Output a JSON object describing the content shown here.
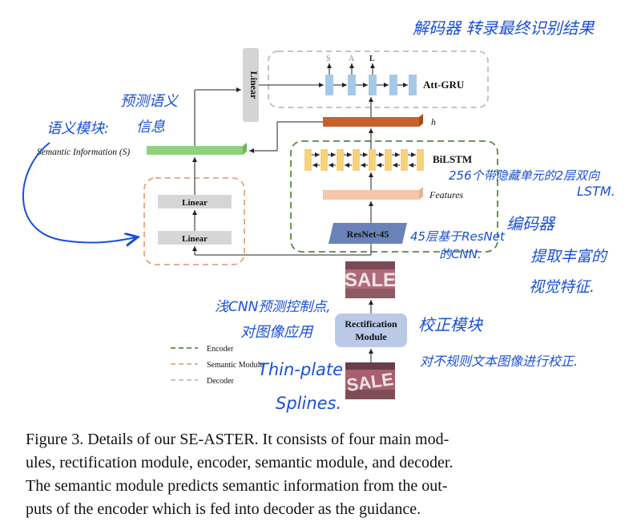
{
  "figure": {
    "linear_top": "Linear",
    "att_gru": "Att-GRU",
    "out_chars": [
      "S",
      "A",
      "L"
    ],
    "h_label": "h",
    "bilstm": "BiLSTM",
    "features": "Features",
    "resnet": "ResNet-45",
    "semantic_info": "Semantic Information (S)",
    "linear_1": "Linear",
    "linear_2": "Linear",
    "rect_line1": "Rectification",
    "rect_line2": "Module",
    "sale_text": "SALE",
    "legend": [
      "Encoder",
      "Semantic Module",
      "Decoder"
    ],
    "colors": {
      "encoder": "#5a8a3a",
      "semantic": "#e8a27a",
      "decoder": "#bdbdbd",
      "gru_cell": "#a8c8ea",
      "bilstm_cell": "#f6d27a",
      "h_bar": "#c8602a",
      "features_bar": "#f4c7aa",
      "resnet": "#6a82b8",
      "sem_bar": "#8fd17e",
      "annotation": "#1a4fd6"
    }
  },
  "annotations": {
    "decoder_note": "解码器 转录最终识别结果",
    "predict_semantic": [
      "预测语义",
      "信息"
    ],
    "semantic_module": "语义模块:",
    "bilstm_note": [
      "256个带隐藏单元的2层双向",
      "LSTM."
    ],
    "resnet_note": [
      "45层基于ResNet",
      "的CNN."
    ],
    "encoder_note": [
      "编码器",
      "提取丰富的",
      "视觉特征."
    ],
    "cnn_note": [
      "浅CNN预测控制点,",
      "对图像应用"
    ],
    "tps": [
      "Thin-plate",
      "Splines."
    ],
    "rect_note": "校正模块",
    "rect_desc": "对不规则文本图像进行校正."
  },
  "caption": [
    "Figure 3. Details of our SE-ASTER. It consists of four main mod-",
    "ules, rectification module, encoder, semantic module, and decoder.",
    "The semantic module predicts semantic information from the out-",
    "puts of the encoder which is fed into decoder as the guidance."
  ]
}
